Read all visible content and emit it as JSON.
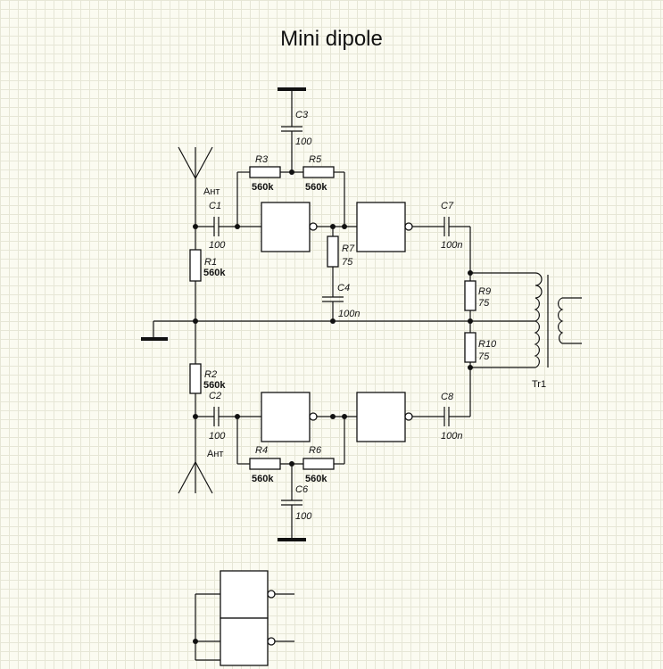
{
  "title": "Mini dipole",
  "labels": {
    "ant_top": "Ант",
    "ant_bottom": "Ант",
    "C1": "C1",
    "C1_val": "100",
    "C2": "C2",
    "C2_val": "100",
    "C3": "C3",
    "C3_val": "100",
    "C4": "C4",
    "C4_val": "100n",
    "C6": "C6",
    "C6_val": "100",
    "C7": "C7",
    "C7_val": "100n",
    "C8": "C8",
    "C8_val": "100n",
    "R1": "R1",
    "R1_val": "560k",
    "R2": "R2",
    "R2_val": "560k",
    "R3": "R3",
    "R3_val": "560k",
    "R4": "R4",
    "R4_val": "560k",
    "R5": "R5",
    "R5_val": "560k",
    "R6": "R6",
    "R6_val": "560k",
    "R7": "R7",
    "R7_val": "75",
    "R9": "R9",
    "R9_val": "75",
    "R10": "R10",
    "R10_val": "75",
    "Tr1": "Tr1"
  }
}
